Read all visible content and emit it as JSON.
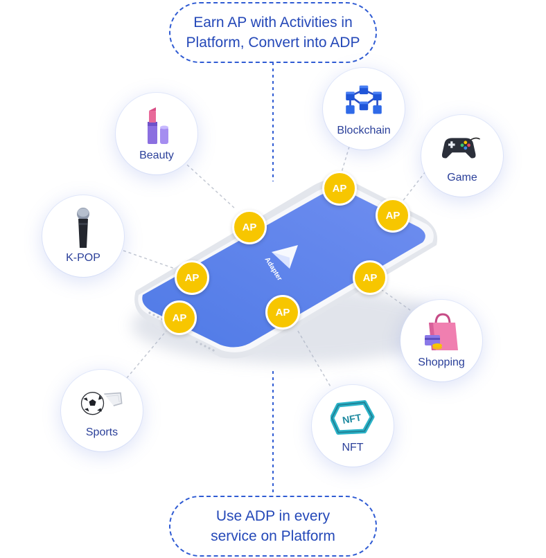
{
  "top_pill": {
    "line1": "Earn AP with Activities in",
    "line2": "Platform, Convert into ADP"
  },
  "bottom_pill": {
    "line1": "Use ADP in every",
    "line2": "service on Platform"
  },
  "app_logo_text": "Adapter",
  "ap_badge_text": "AP",
  "categories": [
    {
      "label": "Beauty",
      "icon": "lipstick-icon"
    },
    {
      "label": "Blockchain",
      "icon": "blockchain-cubes-icon"
    },
    {
      "label": "Game",
      "icon": "gamepad-icon"
    },
    {
      "label": "K-POP",
      "icon": "microphone-icon"
    },
    {
      "label": "Shopping",
      "icon": "shopping-bag-icon"
    },
    {
      "label": "Sports",
      "icon": "soccer-ball-icon"
    },
    {
      "label": "NFT",
      "icon": "nft-hexagon-icon"
    }
  ],
  "colors": {
    "accent_blue": "#2f5bd3",
    "screen_blue": "#5a84ea",
    "ap_yellow": "#f7c600"
  }
}
